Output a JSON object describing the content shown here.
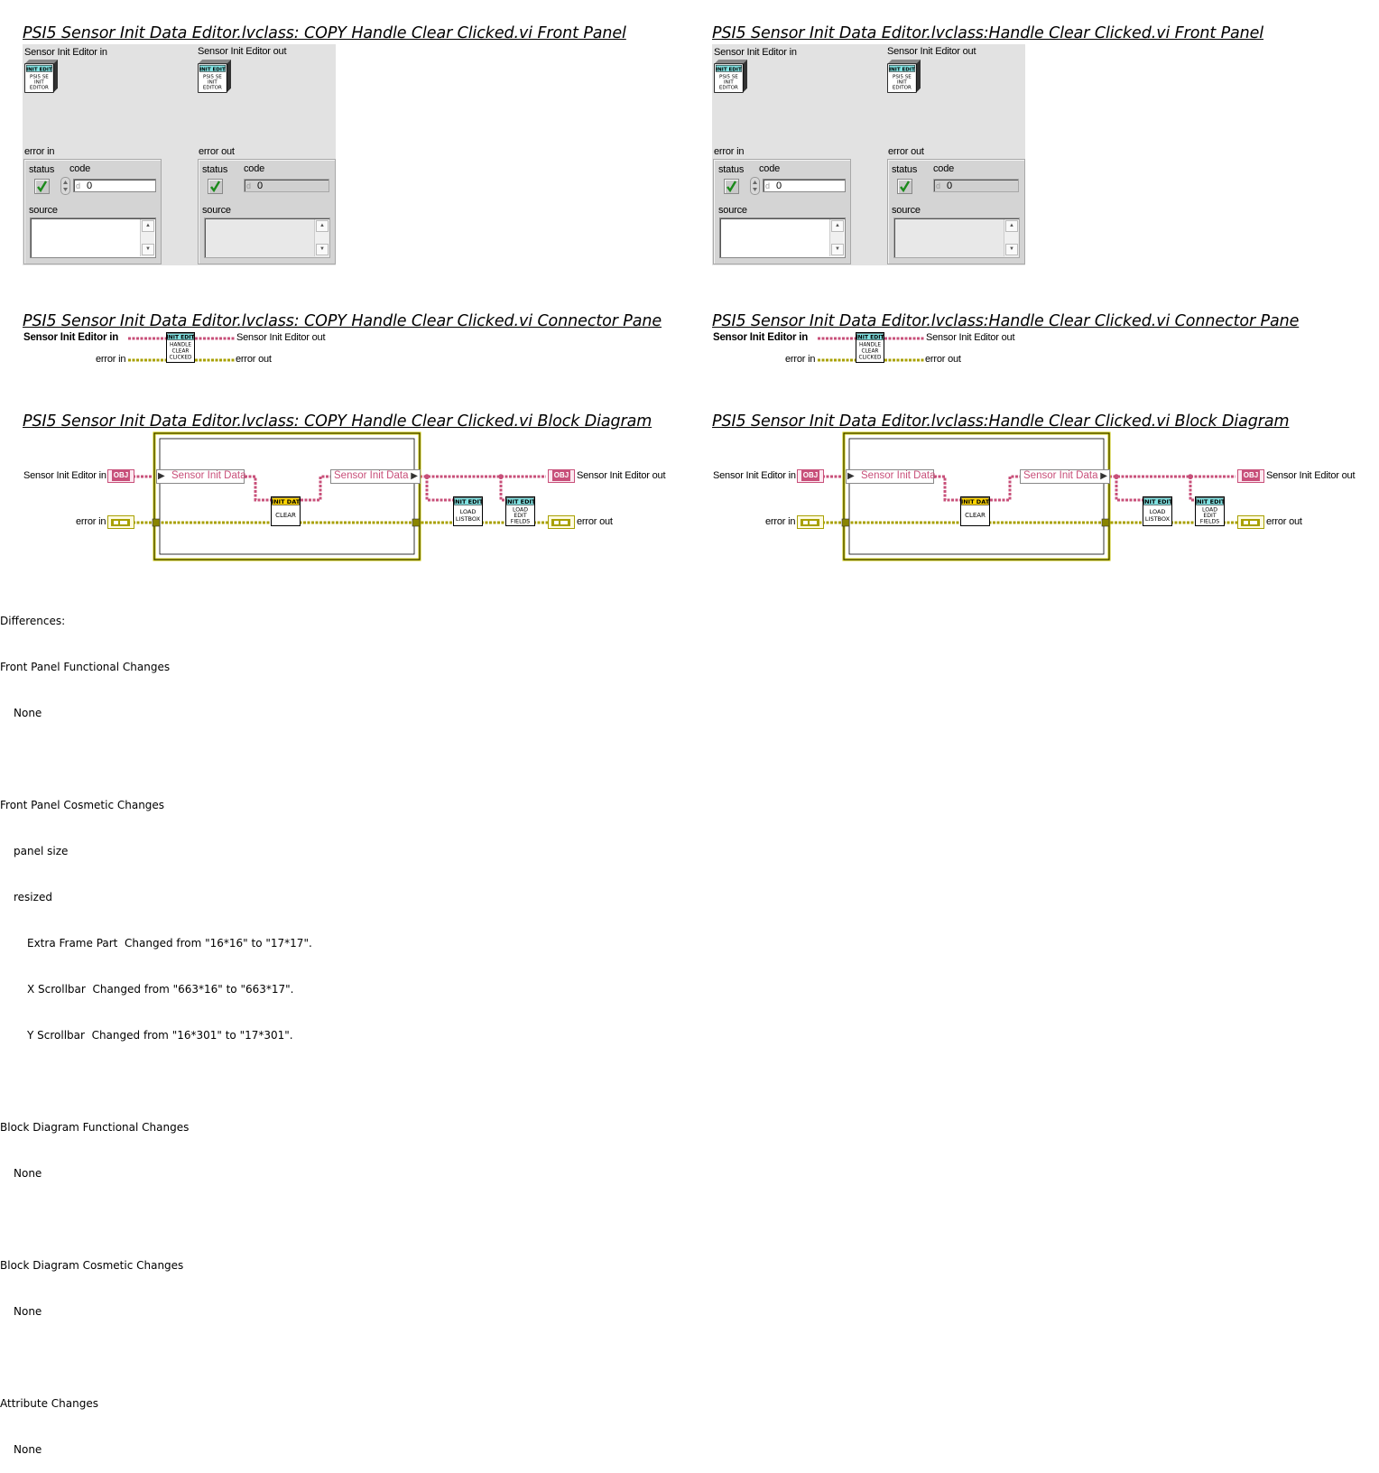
{
  "left": {
    "fp_title": "PSI5 Sensor Init Data Editor.lvclass:  COPY  Handle Clear Clicked.vi Front Panel",
    "cp_title": "PSI5 Sensor Init Data Editor.lvclass:  COPY  Handle Clear Clicked.vi Connector Pane",
    "bd_title": "PSI5 Sensor Init Data Editor.lvclass:  COPY  Handle Clear Clicked.vi Block Diagram"
  },
  "right": {
    "fp_title": "PSI5 Sensor Init Data Editor.lvclass:Handle Clear Clicked.vi Front Panel",
    "cp_title": "PSI5 Sensor Init Data Editor.lvclass:Handle Clear Clicked.vi Connector Pane",
    "bd_title": "PSI5 Sensor Init Data Editor.lvclass:Handle Clear Clicked.vi Block Diagram"
  },
  "front_panel": {
    "editor_in_label": "Sensor Init Editor in",
    "editor_out_label": "Sensor Init Editor out",
    "error_in_label": "error in",
    "error_out_label": "error out",
    "status_label": "status",
    "code_label": "code",
    "source_label": "source",
    "code_value": "0",
    "radix": "d",
    "icon_header": "INIT EDIT",
    "icon_text": [
      "PSI5 SE",
      "INIT",
      "EDITOR"
    ]
  },
  "connector": {
    "editor_in": "Sensor Init Editor in",
    "editor_out": "Sensor Init Editor out",
    "error_in": "error in",
    "error_out": "error out",
    "icon_header": "INIT EDIT",
    "icon_text": [
      "HANDLE",
      "CLEAR",
      "CLICKED"
    ]
  },
  "block_diagram": {
    "editor_in": "Sensor Init Editor in",
    "editor_out": "Sensor Init Editor out",
    "error_in": "error in",
    "error_out": "error out",
    "unbundle_field": "Sensor Init Data",
    "bundle_field": "Sensor Init Data",
    "obj_term": "OBJ",
    "clear_header": "INIT DAT",
    "clear_text": "CLEAR",
    "load_listbox_header": "INIT EDIT",
    "load_listbox_text": [
      "LOAD",
      "LISTBOX"
    ],
    "load_fields_header": "INIT EDIT",
    "load_fields_text": [
      "LOAD",
      "EDIT",
      "FIELDS"
    ]
  },
  "differences": {
    "heading": "Differences:",
    "fp_functional": "Front Panel Functional Changes",
    "fp_functional_val": "None",
    "fp_cosmetic": "Front Panel Cosmetic Changes",
    "fp_cosmetic_items": [
      "panel size",
      "resized",
      "Extra Frame Part  Changed from \"16*16\" to \"17*17\".",
      "X Scrollbar  Changed from \"663*16\" to \"663*17\".",
      "Y Scrollbar  Changed from \"16*301\" to \"17*301\"."
    ],
    "bd_functional": "Block Diagram Functional Changes",
    "bd_functional_val": "None",
    "bd_cosmetic": "Block Diagram Cosmetic Changes",
    "bd_cosmetic_val": "None",
    "attr": "Attribute Changes",
    "attr_val": "None"
  },
  "colors": {
    "class_wire": "#c8507a",
    "error_wire": "#a8a000",
    "panel_bg": "#e2e2e2",
    "structure": "#c8c400"
  }
}
